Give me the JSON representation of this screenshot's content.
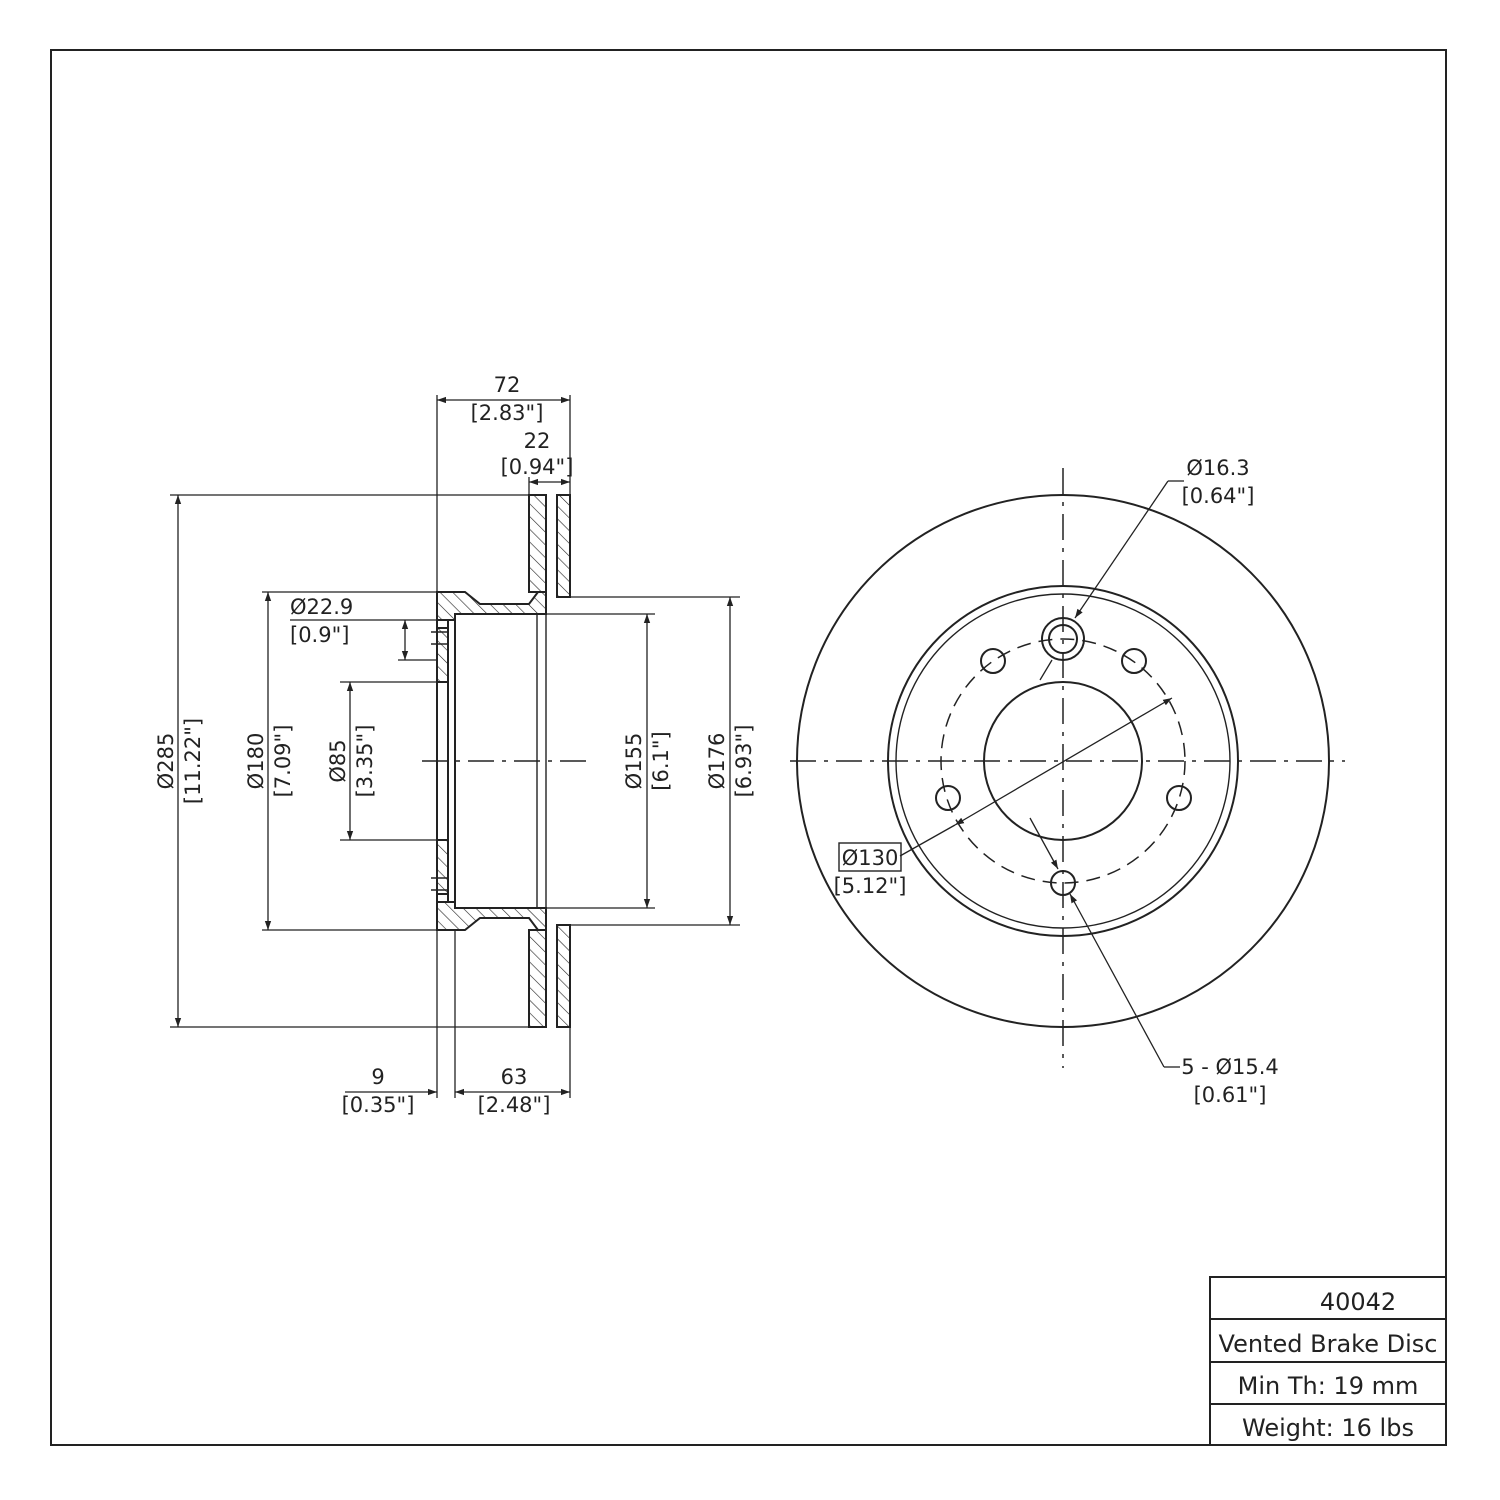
{
  "dimensions": {
    "overall_width": {
      "mm": "72",
      "inch": "[2.83\"]"
    },
    "braking_surface_width": {
      "mm": "22",
      "inch": "[0.94\"]"
    },
    "bolt_hole_side": {
      "mm": "Ø22.9",
      "inch": "[0.9\"]"
    },
    "outer_diameter": {
      "mm": "Ø285",
      "inch": "[11.22\"]"
    },
    "hat_outer_diameter": {
      "mm": "Ø180",
      "inch": "[7.09\"]"
    },
    "center_bore": {
      "mm": "Ø85",
      "inch": "[3.35\"]"
    },
    "inner_hat_diameter": {
      "mm": "Ø155",
      "inch": "[6.1\"]"
    },
    "inner_surface_diameter": {
      "mm": "Ø176",
      "inch": "[6.93\"]"
    },
    "hat_thickness": {
      "mm": "9",
      "inch": "[0.35\"]"
    },
    "hat_height": {
      "mm": "63",
      "inch": "[2.48\"]"
    },
    "large_hole": {
      "mm": "Ø16.3",
      "inch": "[0.64\"]"
    },
    "bolt_circle": {
      "mm": "Ø130",
      "inch": "[5.12\"]"
    },
    "bolt_holes": {
      "mm": "5 - Ø15.4",
      "inch": "[0.61\"]"
    }
  },
  "title_block": {
    "part_number": "40042",
    "description": "Vented Brake Disc",
    "min_thickness": "Min Th: 19 mm",
    "weight": "Weight: 16 lbs"
  }
}
